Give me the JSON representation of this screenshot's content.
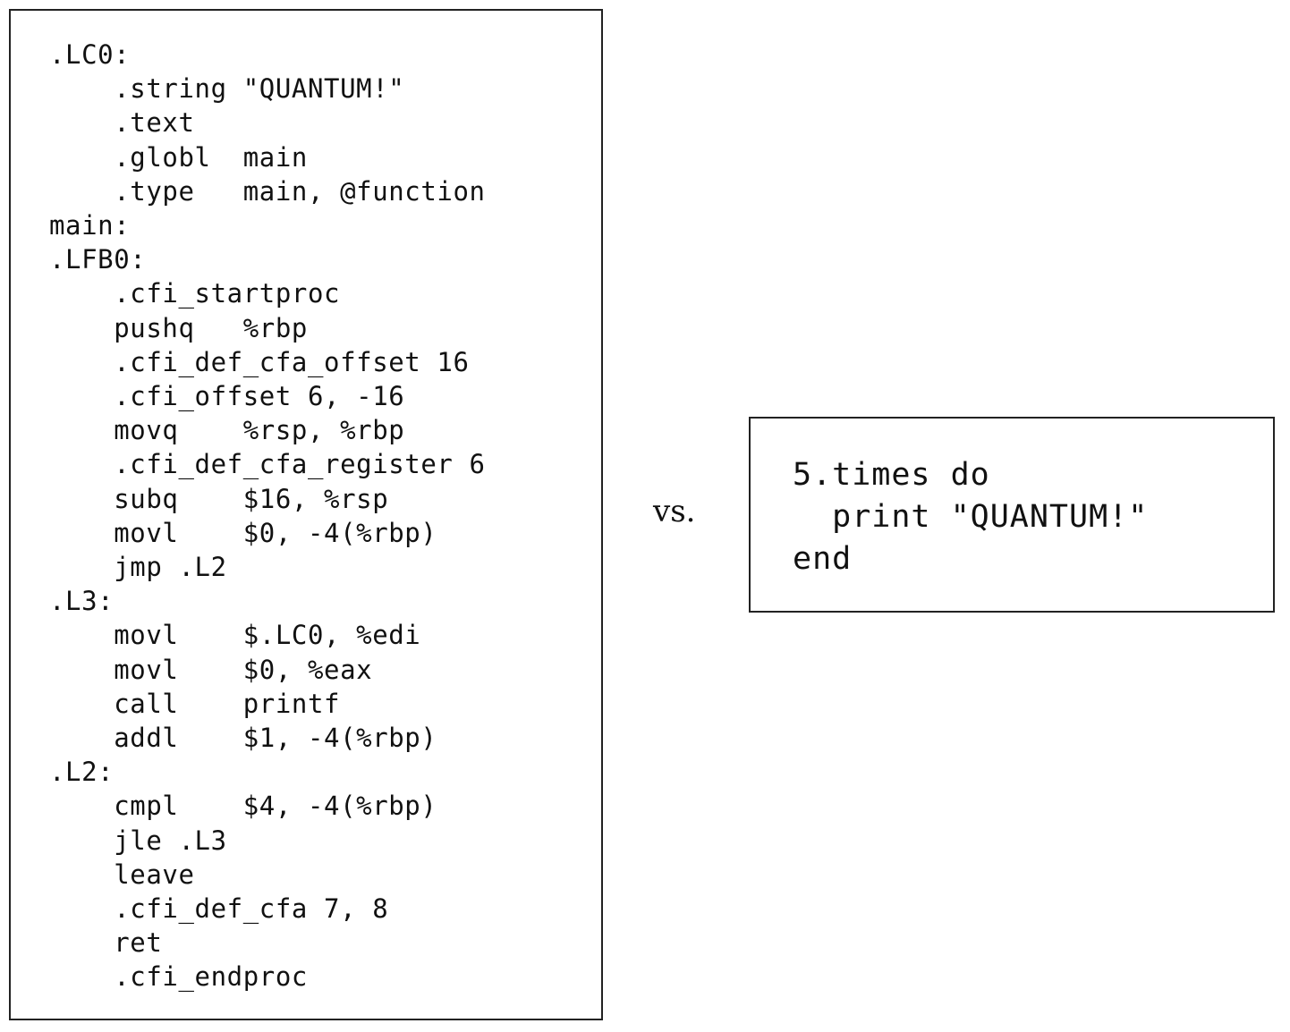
{
  "assembly": {
    "lines": [
      ".LC0:",
      "    .string \"QUANTUM!\"",
      "    .text",
      "    .globl  main",
      "    .type   main, @function",
      "main:",
      ".LFB0:",
      "    .cfi_startproc",
      "    pushq   %rbp",
      "    .cfi_def_cfa_offset 16",
      "    .cfi_offset 6, -16",
      "    movq    %rsp, %rbp",
      "    .cfi_def_cfa_register 6",
      "    subq    $16, %rsp",
      "    movl    $0, -4(%rbp)",
      "    jmp .L2",
      ".L3:",
      "    movl    $.LC0, %edi",
      "    movl    $0, %eax",
      "    call    printf",
      "    addl    $1, -4(%rbp)",
      ".L2:",
      "    cmpl    $4, -4(%rbp)",
      "    jle .L3",
      "    leave",
      "    .cfi_def_cfa 7, 8",
      "    ret",
      "    .cfi_endproc"
    ]
  },
  "separator": "vs.",
  "ruby": {
    "lines": [
      "5.times do",
      "  print \"QUANTUM!\"",
      "end"
    ]
  }
}
